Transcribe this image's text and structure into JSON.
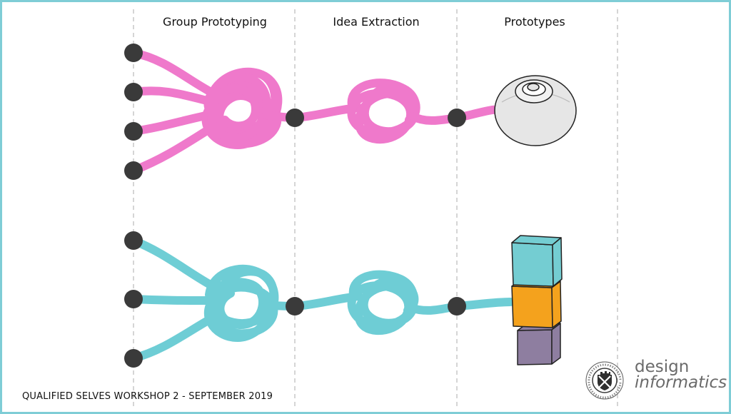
{
  "columns": [
    {
      "label": "Group Prototyping"
    },
    {
      "label": "Idea Extraction"
    },
    {
      "label": "Prototypes"
    }
  ],
  "rows": [
    {
      "color": "#ec5cc0",
      "participants": 4,
      "prototype": "round-device-with-button"
    },
    {
      "color": "#4fc3cc",
      "participants": 3,
      "prototype": "stacked-cubes"
    }
  ],
  "cube_colors": [
    "#74cdd2",
    "#f4a21d",
    "#8e7ea0"
  ],
  "node_color": "#3a3a3a",
  "frame_color": "#7fcdd6",
  "footer": "QUALIFIED SELVES WORKSHOP 2 - SEPTEMBER 2019",
  "logo": {
    "seal_text": "THE UNIVERSITY OF EDINBURGH",
    "line1": "design",
    "line2": "informatics"
  }
}
